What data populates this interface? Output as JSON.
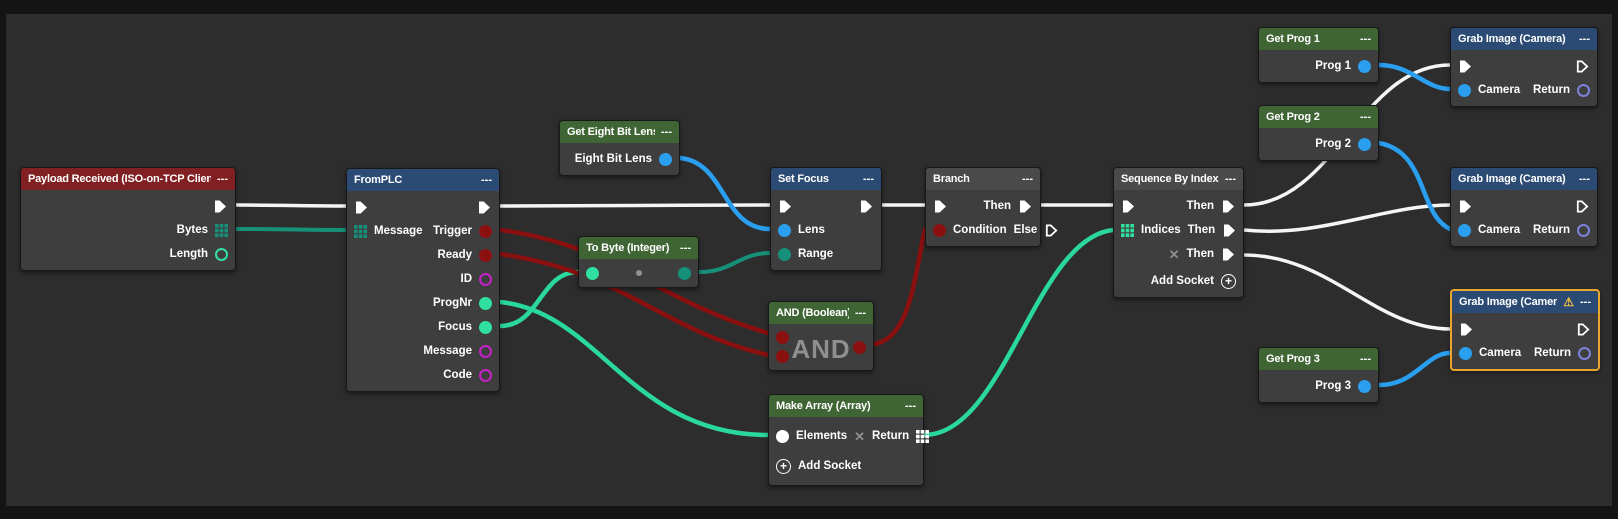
{
  "icons": {
    "menu": "---",
    "remove": "✕",
    "add": "+",
    "warning": "⚠"
  },
  "palette": {
    "canvas": "#2d2d2d",
    "frame": "#141414",
    "node_body": "#3e3e3e",
    "header_red": "#802022",
    "header_blue": "#2c4b74",
    "header_green": "#406535",
    "header_gray": "#4a4a4a",
    "socket_mint": "#30e0a0",
    "socket_teal": "#17907a",
    "socket_dark_red": "#8b1111",
    "socket_magenta": "#c920c9",
    "socket_blue": "#2a9ff0",
    "socket_purple_ring": "#7e82dd",
    "socket_exec": "#ffffff",
    "wire_white": "#f5f5f5",
    "wire_mint": "#2ad79c",
    "wire_teal": "#17907a",
    "wire_red": "#8a0f0f",
    "wire_blue": "#2a9ff0",
    "warning": "#f0c23c",
    "warning_border": "#e8a62f",
    "and_text": "#8f8f8f"
  },
  "nodes": {
    "payload": {
      "title": "Payload Received (ISO-on-TCP Client)",
      "outputs": {
        "bytes": "Bytes",
        "length": "Length"
      }
    },
    "fromplc": {
      "title": "FromPLC",
      "inputs": {
        "message": "Message"
      },
      "outputs": {
        "trigger": "Trigger",
        "ready": "Ready",
        "id": "ID",
        "prognr": "ProgNr",
        "focus": "Focus",
        "message": "Message",
        "code": "Code"
      }
    },
    "get_eight_bit_lens": {
      "title": "Get Eight Bit Lens",
      "outputs": {
        "lens": "Eight Bit Lens"
      }
    },
    "to_byte": {
      "title": "To Byte (Integer)"
    },
    "set_focus": {
      "title": "Set Focus",
      "inputs": {
        "lens": "Lens",
        "range": "Range"
      }
    },
    "branch": {
      "title": "Branch",
      "inputs": {
        "condition": "Condition"
      },
      "outputs": {
        "then": "Then",
        "else": "Else"
      }
    },
    "and": {
      "title": "AND (Boolean)",
      "label": "AND"
    },
    "make_array": {
      "title": "Make Array (Array)",
      "inputs": {
        "elements": "Elements"
      },
      "outputs": {
        "return": "Return"
      },
      "add_socket": "Add Socket"
    },
    "sequence": {
      "title": "Sequence By Index",
      "inputs": {
        "indices": "Indices"
      },
      "outputs": {
        "then1": "Then",
        "then2": "Then",
        "then3": "Then"
      },
      "add_socket": "Add Socket"
    },
    "get_prog1": {
      "title": "Get Prog 1",
      "outputs": {
        "prog": "Prog 1"
      }
    },
    "get_prog2": {
      "title": "Get Prog 2",
      "outputs": {
        "prog": "Prog 2"
      }
    },
    "get_prog3": {
      "title": "Get Prog 3",
      "outputs": {
        "prog": "Prog 3"
      }
    },
    "grab1": {
      "title": "Grab Image (Camera)",
      "inputs": {
        "camera": "Camera"
      },
      "outputs": {
        "return": "Return"
      }
    },
    "grab2": {
      "title": "Grab Image (Camera)",
      "inputs": {
        "camera": "Camera"
      },
      "outputs": {
        "return": "Return"
      }
    },
    "grab3": {
      "title": "Grab Image (Camera)",
      "inputs": {
        "camera": "Camera"
      },
      "outputs": {
        "return": "Return"
      },
      "has_warning": true
    }
  },
  "connections": [
    {
      "from": "payload.exec",
      "to": "fromplc.exec",
      "type": "exec"
    },
    {
      "from": "payload.bytes",
      "to": "fromplc.message",
      "type": "array"
    },
    {
      "from": "fromplc.exec",
      "to": "set_focus.exec",
      "type": "exec"
    },
    {
      "from": "get_eight_bit_lens.lens",
      "to": "set_focus.lens",
      "type": "object"
    },
    {
      "from": "fromplc.focus",
      "to": "to_byte.in",
      "type": "number"
    },
    {
      "from": "to_byte.out",
      "to": "set_focus.range",
      "type": "byte"
    },
    {
      "from": "fromplc.prognr",
      "to": "make_array.elements",
      "type": "number"
    },
    {
      "from": "fromplc.trigger",
      "to": "and.in1",
      "type": "boolean"
    },
    {
      "from": "fromplc.ready",
      "to": "and.in2",
      "type": "boolean"
    },
    {
      "from": "and.out",
      "to": "branch.condition",
      "type": "boolean"
    },
    {
      "from": "set_focus.exec",
      "to": "branch.exec",
      "type": "exec"
    },
    {
      "from": "branch.then",
      "to": "sequence.exec",
      "type": "exec"
    },
    {
      "from": "make_array.return",
      "to": "sequence.indices",
      "type": "array"
    },
    {
      "from": "sequence.then1",
      "to": "grab1.exec",
      "type": "exec"
    },
    {
      "from": "sequence.then2",
      "to": "grab2.exec",
      "type": "exec"
    },
    {
      "from": "sequence.then3",
      "to": "grab3.exec",
      "type": "exec"
    },
    {
      "from": "get_prog1.prog",
      "to": "grab1.camera",
      "type": "object"
    },
    {
      "from": "get_prog2.prog",
      "to": "grab2.camera",
      "type": "object"
    },
    {
      "from": "get_prog3.prog",
      "to": "grab3.camera",
      "type": "object"
    }
  ]
}
